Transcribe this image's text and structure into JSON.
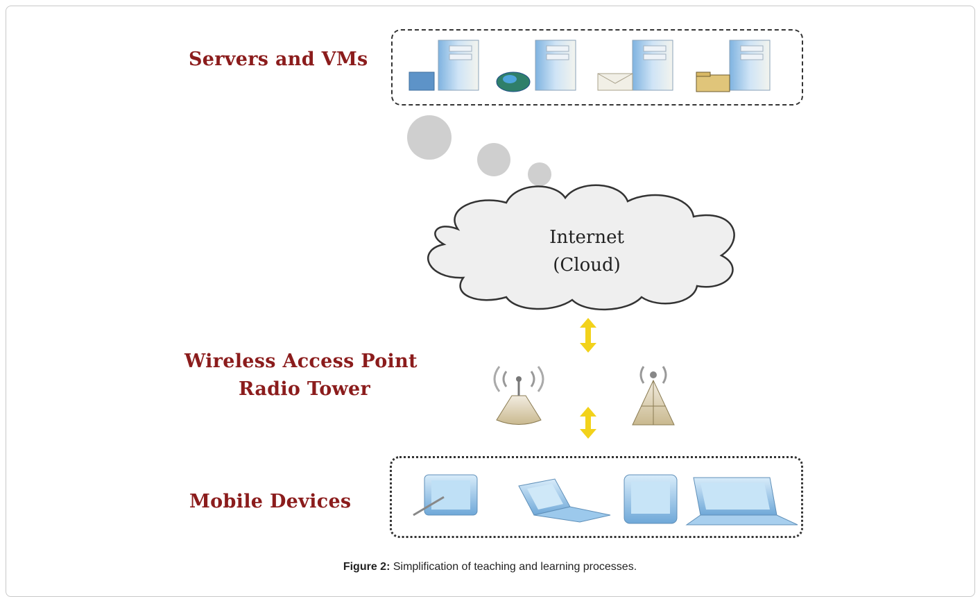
{
  "labels": {
    "servers": "Servers and VMs",
    "wireless_line1": "Wireless Access Point",
    "wireless_line2": "Radio Tower",
    "mobile": "Mobile Devices"
  },
  "cloud": {
    "line1": "Internet",
    "line2": "(Cloud)"
  },
  "caption": {
    "bold": "Figure 2:",
    "text": " Simplification of teaching and learning processes."
  },
  "colors": {
    "label": "#8b1c1c",
    "arrow": "#f2d21b",
    "device": "#9cc9ec",
    "bubble": "#cfcfcf"
  },
  "icons": {
    "servers": [
      "server-icon",
      "web-server-icon",
      "mail-server-icon",
      "file-server-icon"
    ],
    "wireless": [
      "access-point-icon",
      "radio-tower-icon"
    ],
    "devices": [
      "tablet-pc-icon",
      "flip-phone-icon",
      "monitor-icon",
      "laptop-icon"
    ]
  }
}
